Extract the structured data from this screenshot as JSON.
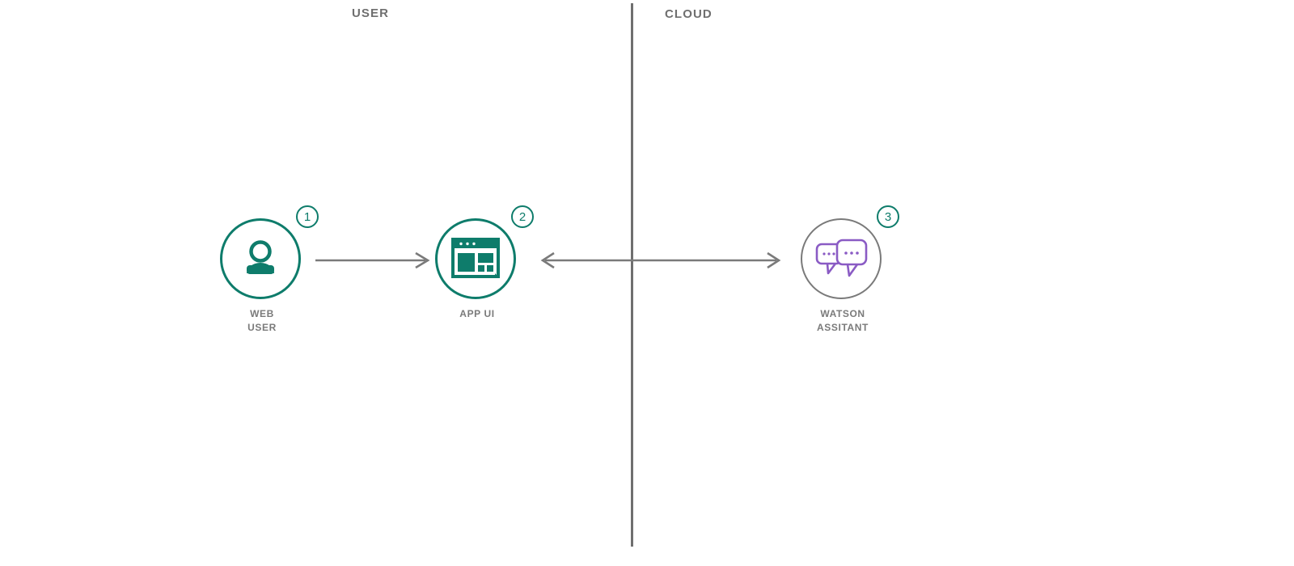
{
  "diagram": {
    "type": "architecture-flow",
    "zones": [
      {
        "id": "user",
        "label": "USER"
      },
      {
        "id": "cloud",
        "label": "CLOUD"
      }
    ],
    "nodes": [
      {
        "id": "web-user",
        "badge": "1",
        "label_line1": "WEB",
        "label_line2": "USER",
        "icon": "person-icon",
        "circle_color": "#0e7c6b",
        "icon_color": "#0e7c6b"
      },
      {
        "id": "app-ui",
        "badge": "2",
        "label_line1": "APP UI",
        "label_line2": "",
        "icon": "browser-window-icon",
        "circle_color": "#0e7c6b",
        "icon_color": "#0e7c6b"
      },
      {
        "id": "watson-assistant",
        "badge": "3",
        "label_line1": "WATSON",
        "label_line2": "ASSITANT",
        "icon": "chat-bubbles-icon",
        "circle_color": "#7a7a7a",
        "icon_color": "#8a5bc4"
      }
    ],
    "connectors": [
      {
        "id": "web-user-to-app-ui",
        "direction": "right"
      },
      {
        "id": "app-ui-to-watson",
        "direction": "both"
      }
    ],
    "colors": {
      "teal": "#0e7c6b",
      "gray": "#7a7a7a",
      "purple": "#8a5bc4",
      "divider": "#6f6f6f",
      "background": "#ffffff"
    }
  }
}
